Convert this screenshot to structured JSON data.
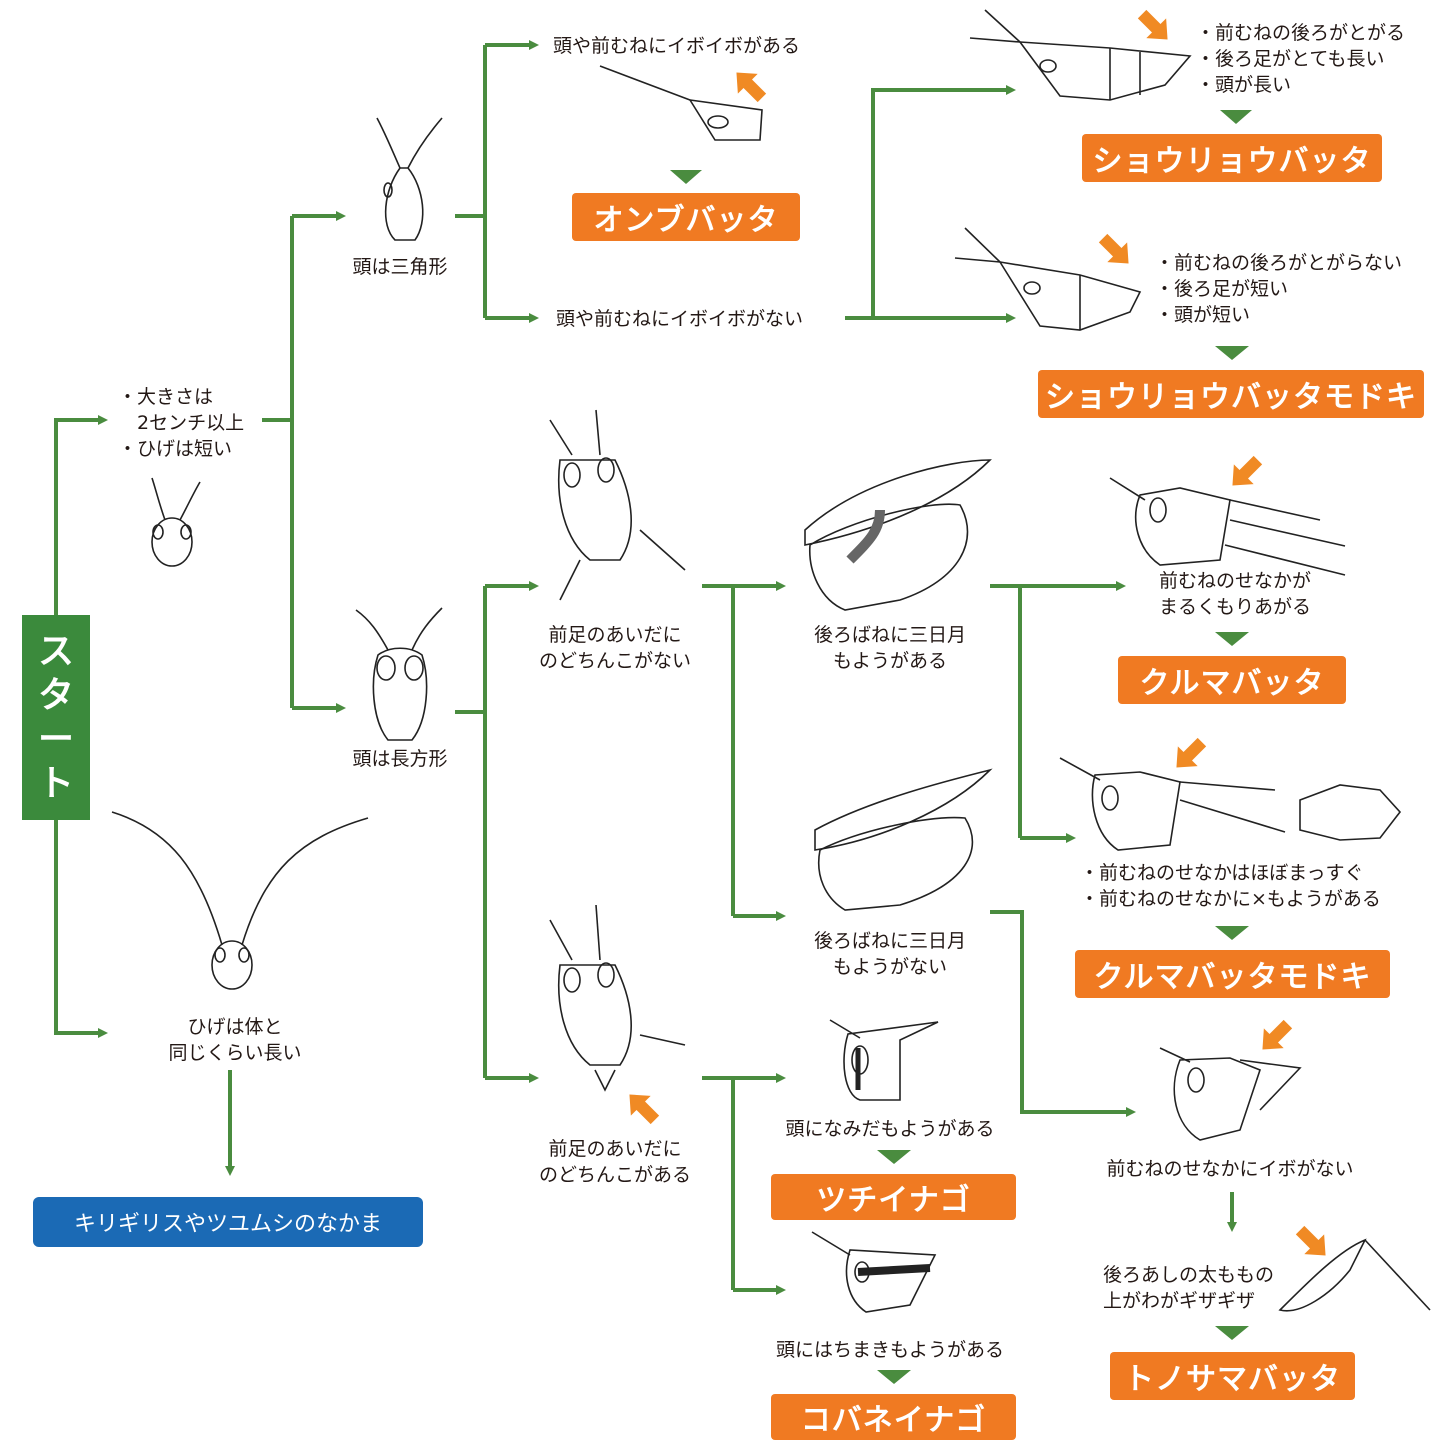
{
  "colors": {
    "line": "#4a8c3f",
    "tag": "#f07a22",
    "blue": "#1b6ab5",
    "start": "#3b8a3c",
    "pointer": "#f08a24"
  },
  "start": {
    "chars": [
      "ス",
      "タ",
      "ー",
      "ト"
    ]
  },
  "nodes": {
    "big": [
      "・大きさは",
      "　2センチ以上",
      "・ひげは短い"
    ],
    "long_antenna": [
      "ひげは体と",
      "同じくらい長い"
    ],
    "triangle": "頭は三角形",
    "rectangle": "頭は長方形",
    "bumps_yes": "頭や前むねにイボイボがある",
    "bumps_no": "頭や前むねにイボイボがない",
    "shoryo_traits": [
      "・前むねの後ろがとがる",
      "・後ろ足がとても長い",
      "・頭が長い"
    ],
    "modoki_traits": [
      "・前むねの後ろがとがらない",
      "・後ろ足が短い",
      "・頭が短い"
    ],
    "no_bump_throat": [
      "前足のあいだに",
      "のどちんこがない"
    ],
    "bump_throat": [
      "前足のあいだに",
      "のどちんこがある"
    ],
    "crescent_yes": [
      "後ろばねに三日月",
      "もようがある"
    ],
    "crescent_no": [
      "後ろばねに三日月",
      "もようがない"
    ],
    "kuruma_traits": [
      "前むねのせなかが",
      "まるくもりあがる"
    ],
    "kuruma_modoki_traits": [
      "・前むねのせなかはほぼまっすぐ",
      "・前むねのせなかに×もようがある"
    ],
    "tonosama_pre": "前むねのせなかにイボがない",
    "tonosama_traits": [
      "後ろあしの太ももの",
      "上がわがギザギザ"
    ],
    "tsuchi_traits": "頭になみだもようがある",
    "kobane_traits": "頭にはちまきもようがある"
  },
  "results": {
    "onbu": "オンブバッタ",
    "shoryo": "ショウリョウバッタ",
    "shoryo_modoki": "ショウリョウバッタモドキ",
    "kuruma": "クルマバッタ",
    "kuruma_modoki": "クルマバッタモドキ",
    "tonosama": "トノサマバッタ",
    "tsuchi": "ツチイナゴ",
    "kobane": "コバネイナゴ",
    "kirigirisu": "キリギリスやツユムシのなかま"
  }
}
